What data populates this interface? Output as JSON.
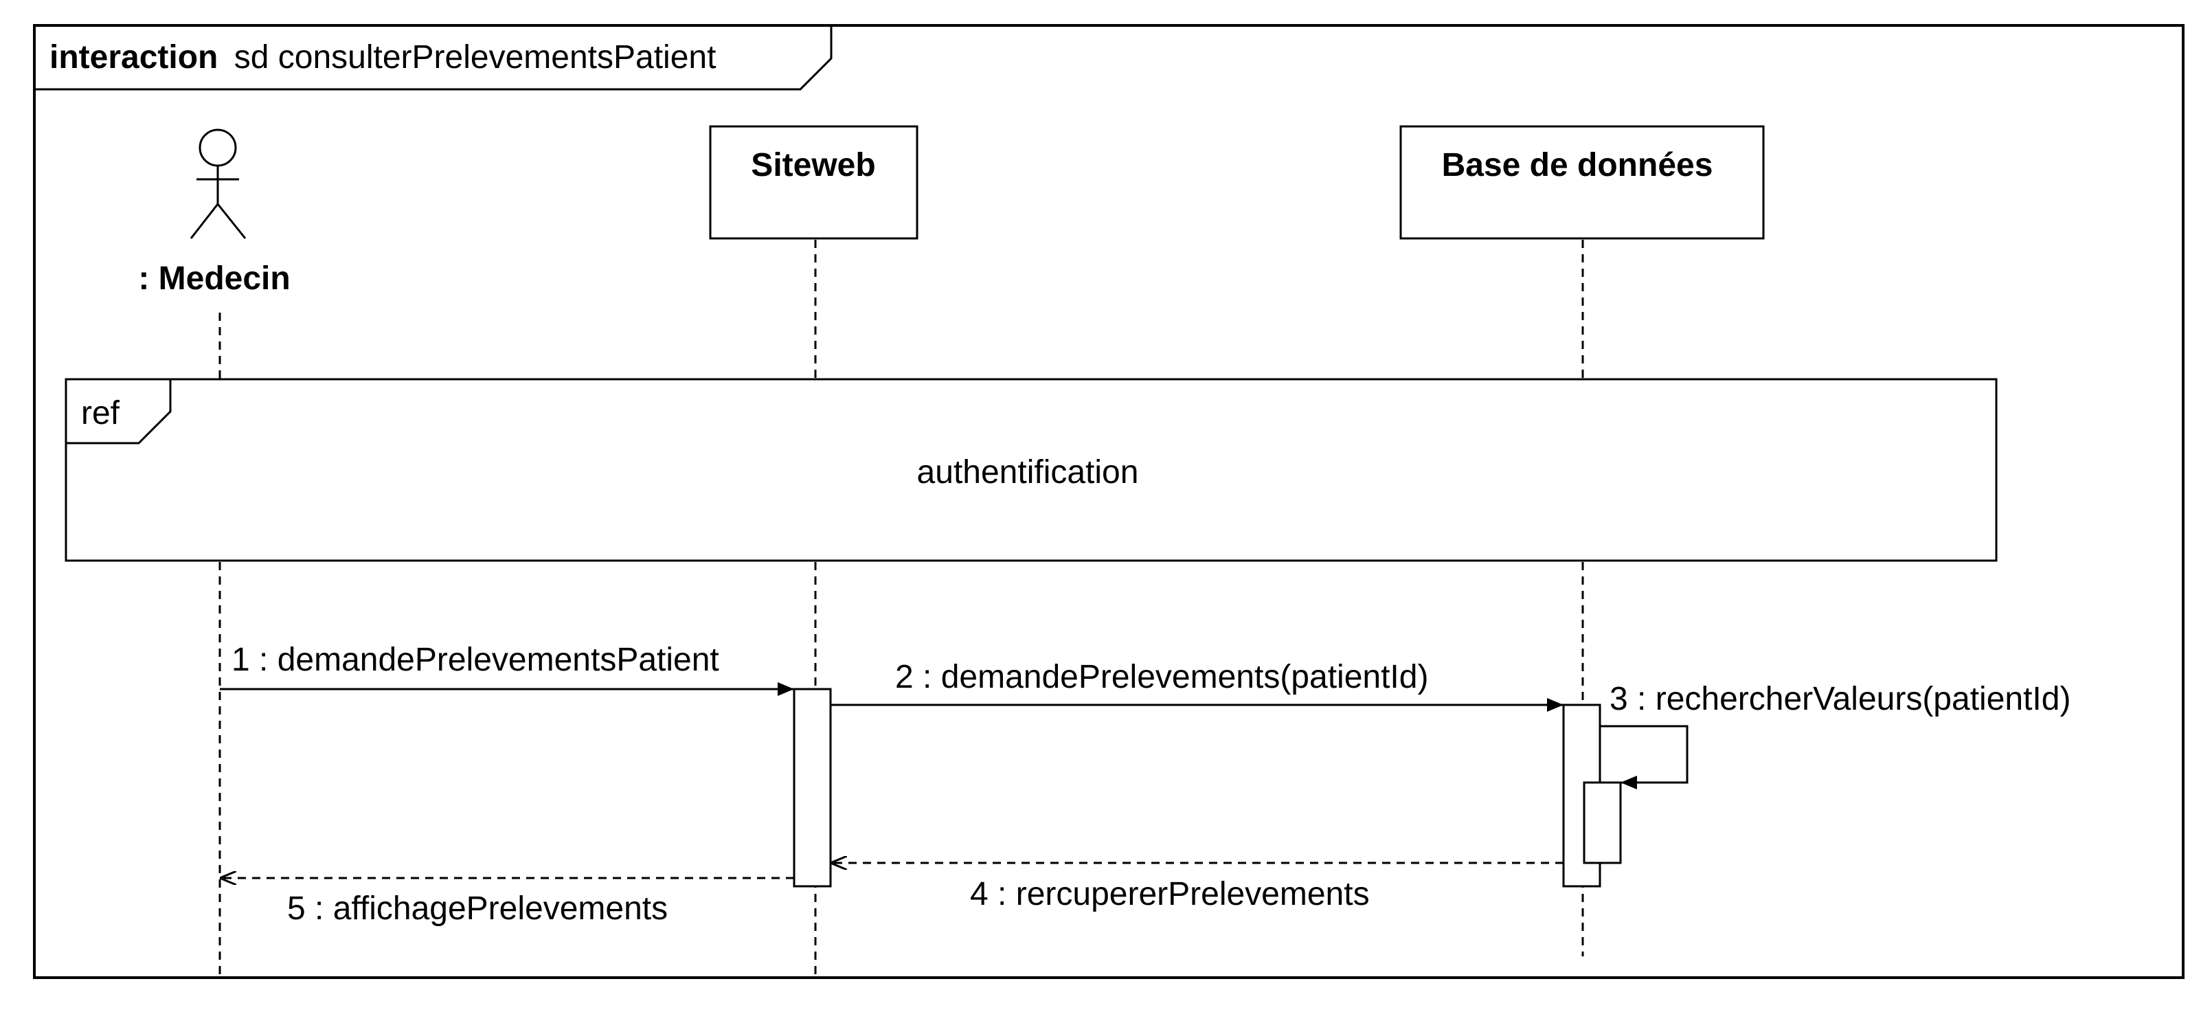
{
  "frame": {
    "keyword": "interaction",
    "name": "sd consulterPrelevementsPatient"
  },
  "lifelines": [
    {
      "id": "medecin",
      "kind": "actor",
      "label": ": Medecin"
    },
    {
      "id": "siteweb",
      "kind": "object",
      "label": "Siteweb"
    },
    {
      "id": "bdd",
      "kind": "object",
      "label": "Base de données"
    }
  ],
  "ref_fragment": {
    "tag": "ref",
    "label": "authentification"
  },
  "messages": [
    {
      "number": "1",
      "label": "1 : demandePrelevementsPatient",
      "from": "medecin",
      "to": "siteweb",
      "kind": "synchronous"
    },
    {
      "number": "2",
      "label": "2 : demandePrelevements(patientId)",
      "from": "siteweb",
      "to": "bdd",
      "kind": "synchronous"
    },
    {
      "number": "3",
      "label": "3 : rechercherValeurs(patientId)",
      "from": "bdd",
      "to": "bdd",
      "kind": "self"
    },
    {
      "number": "4",
      "label": "4 : rercupererPrelevements",
      "from": "bdd",
      "to": "siteweb",
      "kind": "reply"
    },
    {
      "number": "5",
      "label": "5 : affichagePrelevements",
      "from": "siteweb",
      "to": "medecin",
      "kind": "reply"
    }
  ],
  "colors": {
    "line": "#000000",
    "fill": "#ffffff"
  }
}
